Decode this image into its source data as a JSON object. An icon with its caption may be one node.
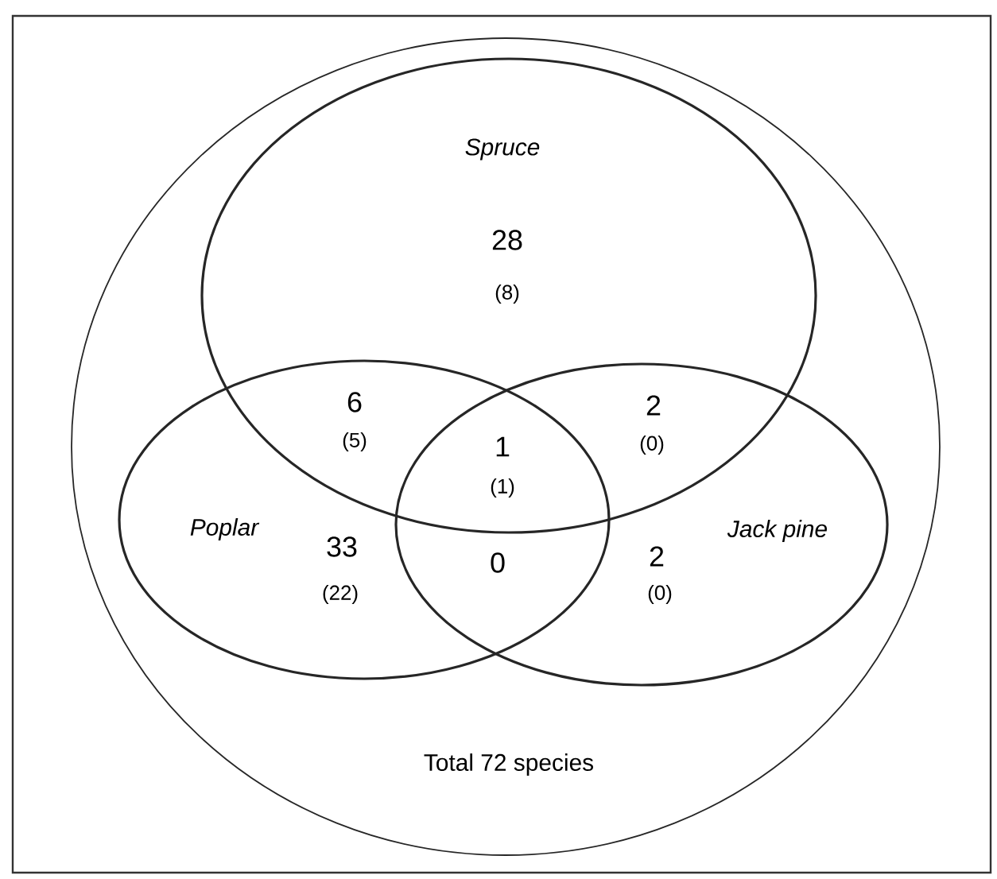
{
  "diagram": {
    "nodes": [
      {
        "text": [
          "Total 72 species"
        ]
      },
      {
        "text": [
          "Spruce"
        ],
        "in": 0
      },
      {
        "text": [
          "Poplar"
        ],
        "in": 0
      },
      {
        "text": [
          "Jack pine"
        ],
        "in": 0
      }
    ],
    "labels": [
      "28",
      "(8)",
      "6",
      "(5)",
      "2",
      "(0)",
      "1",
      "(1)",
      "33",
      "(22)",
      "0",
      "2",
      "(0)"
    ]
  }
}
